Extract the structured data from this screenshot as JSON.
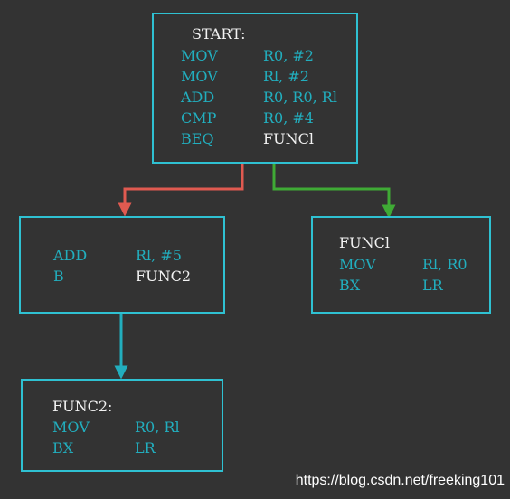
{
  "colors": {
    "background": "#333333",
    "block_border": "#2fc1d2",
    "mnemonic": "#22aebe",
    "label": "#f2f2f2",
    "edge_false": "#e05a50",
    "edge_true": "#3faa35",
    "edge_unconditional": "#22aebe"
  },
  "blocks": {
    "start": {
      "label": "_START:",
      "lines": [
        {
          "op": "MOV",
          "args": "R0, #2"
        },
        {
          "op": "MOV",
          "args": "Rl, #2"
        },
        {
          "op": "ADD",
          "args": "R0, R0, Rl"
        },
        {
          "op": "CMP",
          "args": "R0, #4"
        },
        {
          "op": "BEQ",
          "args": "FUNCl"
        }
      ]
    },
    "left": {
      "lines": [
        {
          "op": "ADD",
          "args": "Rl,  #5"
        },
        {
          "op": "B",
          "args": "FUNC2"
        }
      ]
    },
    "funcl": {
      "label": "FUNCl",
      "lines": [
        {
          "op": "MOV",
          "args": "Rl,  R0"
        },
        {
          "op": "BX",
          "args": "LR"
        }
      ]
    },
    "func2": {
      "label": "FUNC2:",
      "lines": [
        {
          "op": "MOV",
          "args": "R0,  Rl"
        },
        {
          "op": "BX",
          "args": "LR"
        }
      ]
    }
  },
  "watermark": "https://blog.csdn.net/freeking101"
}
